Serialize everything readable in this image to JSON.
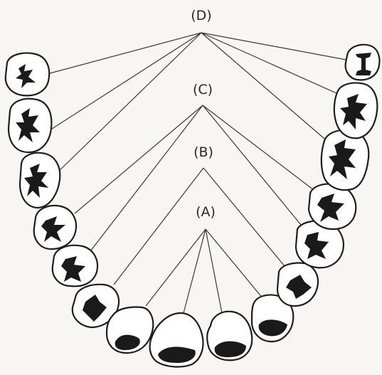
{
  "labels": {
    "D": "(D)",
    "C": "(C)",
    "B": "(B)",
    "A": "(A)"
  },
  "groups": [
    {
      "label_key": "A",
      "tooth_ids": [
        "l1",
        "l2",
        "r2",
        "r1"
      ]
    },
    {
      "label_key": "B",
      "tooth_ids": [
        "l3",
        "r3"
      ]
    },
    {
      "label_key": "C",
      "tooth_ids": [
        "l4",
        "l5",
        "r4",
        "r5"
      ]
    },
    {
      "label_key": "D",
      "tooth_ids": [
        "l6",
        "l7",
        "l8",
        "r6",
        "r7",
        "r8"
      ]
    }
  ],
  "colors": {
    "background": "#f7f6f2",
    "outline": "#1e1e1e",
    "line": "#3a3a3a",
    "text": "#2a2a2a"
  }
}
